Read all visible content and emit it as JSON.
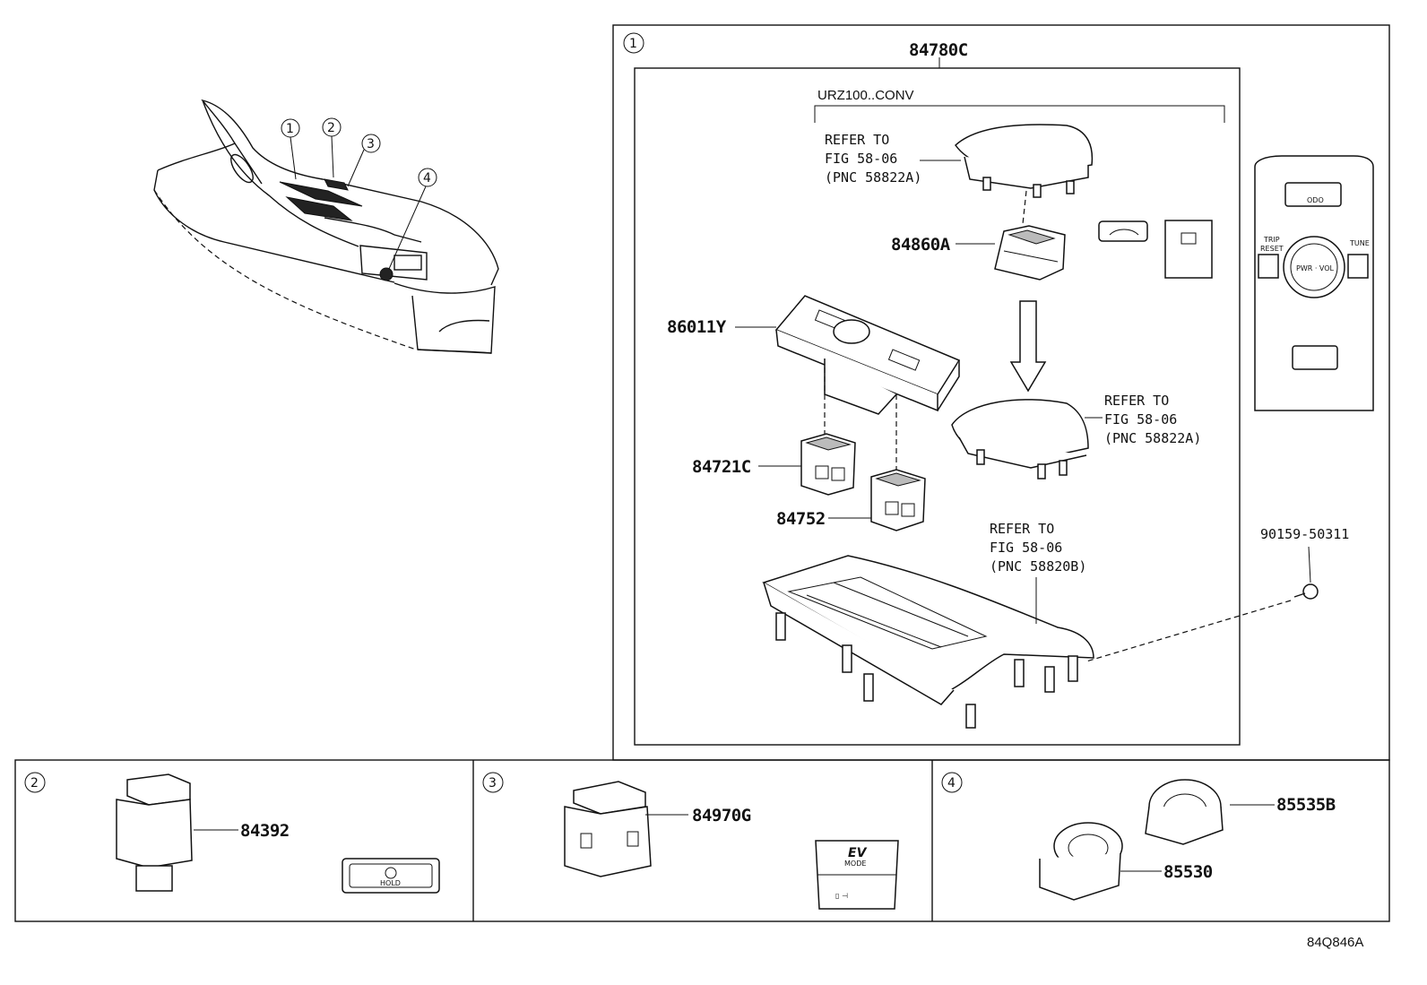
{
  "frame_numbers": {
    "group_1": "1",
    "group_2": "2",
    "group_3": "3",
    "group_4": "4"
  },
  "overview_callouts": [
    "1",
    "2",
    "3",
    "4"
  ],
  "group_1": {
    "assembly": "84780C",
    "variant": "URZ100..CONV",
    "parts": {
      "p1": "84860A",
      "p2": "86011Y",
      "p3": "84721C",
      "p4": "84752",
      "p5": "90159-50311"
    },
    "refer_top": {
      "l1": "REFER TO",
      "l2": "FIG 58-06",
      "l3": "(PNC 58822A)"
    },
    "refer_right": {
      "l1": "REFER TO",
      "l2": "FIG 58-06",
      "l3": "(PNC 58822A)"
    },
    "refer_bottom": {
      "l1": "REFER TO",
      "l2": "FIG 58-06",
      "l3": "(PNC 58820B)"
    },
    "panel_text": {
      "odo": "ODO",
      "trip_reset": "TRIP\nRESET",
      "tune": "TUNE",
      "pwr_vol": "PWR · VOL"
    }
  },
  "group_2": {
    "part": "84392",
    "button_text": "HOLD"
  },
  "group_3": {
    "part": "84970G",
    "ev_text": "EV",
    "mode_text": "MODE"
  },
  "group_4": {
    "part_a": "85535B",
    "part_b": "85530"
  },
  "figure_code": "84Q846A"
}
